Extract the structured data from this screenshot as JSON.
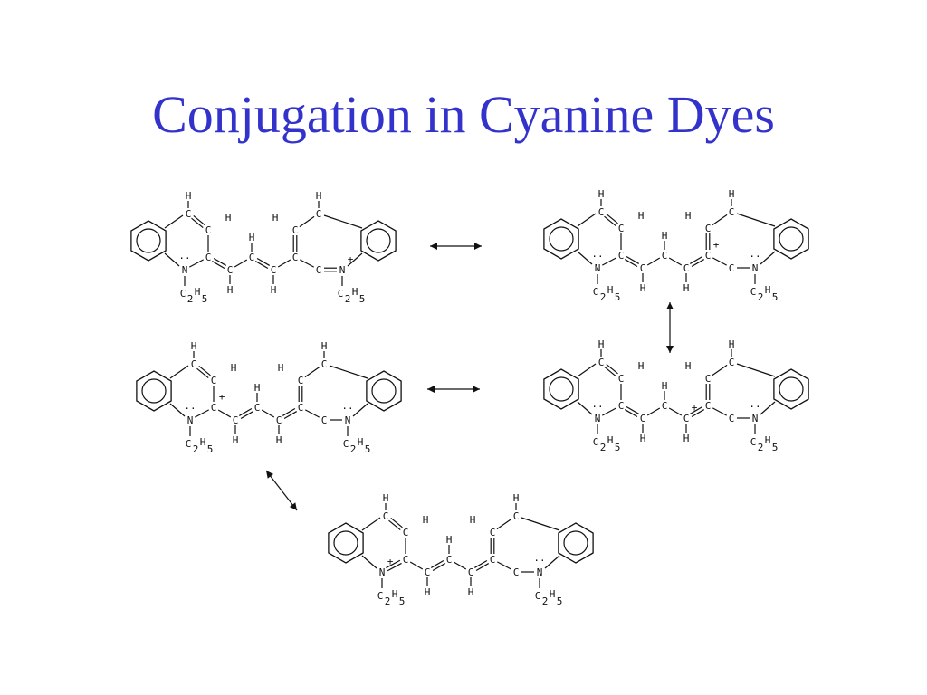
{
  "slide": {
    "title": "Conjugation in Cyanine Dyes",
    "title_color": "#3333cc"
  },
  "diagram": {
    "atoms": {
      "carbon": "C",
      "hydrogen": "H",
      "nitrogen": "N",
      "plus": "+",
      "lone_pair": "··",
      "subscript_2": "2",
      "subscript_5": "5"
    },
    "structures": [
      {
        "id": "structure-a",
        "charge_site": "right-nitrogen"
      },
      {
        "id": "structure-b",
        "charge_site": "chain-carbon-4"
      },
      {
        "id": "structure-c",
        "charge_site": "chain-carbon-3"
      },
      {
        "id": "structure-d",
        "charge_site": "left-ring-carbon"
      },
      {
        "id": "structure-e",
        "charge_site": "left-nitrogen"
      }
    ],
    "arrows": [
      "a-b",
      "b-c",
      "c-d",
      "d-e"
    ],
    "ink_color": "#111111"
  }
}
